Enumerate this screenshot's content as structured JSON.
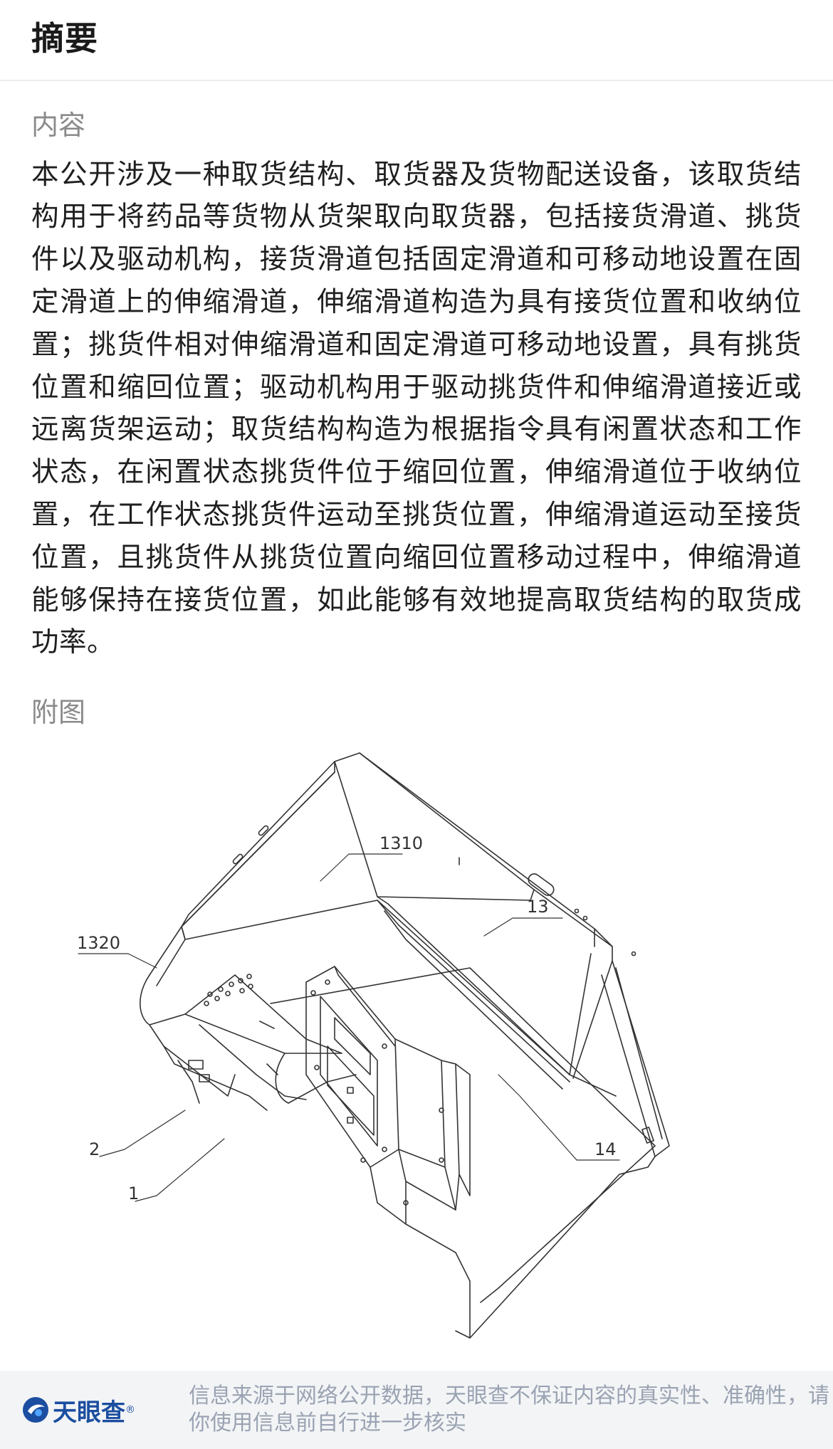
{
  "header": {
    "title": "摘要"
  },
  "content": {
    "label": "内容",
    "text": "本公开涉及一种取货结构、取货器及货物配送设备，该取货结构用于将药品等货物从货架取向取货器，包括接货滑道、挑货件以及驱动机构，接货滑道包括固定滑道和可移动地设置在固定滑道上的伸缩滑道，伸缩滑道构造为具有接货位置和收纳位置；挑货件相对伸缩滑道和固定滑道可移动地设置，具有挑货位置和缩回位置；驱动机构用于驱动挑货件和伸缩滑道接近或远离货架运动；取货结构构造为根据指令具有闲置状态和工作状态，在闲置状态挑货件位于缩回位置，伸缩滑道位于收纳位置，在工作状态挑货件运动至挑货位置，伸缩滑道运动至接货位置，且挑货件从挑货位置向缩回位置移动过程中，伸缩滑道能够保持在接货位置，如此能够有效地提高取货结构的取货成功率。"
  },
  "figure": {
    "label": "附图",
    "callouts": [
      "1310",
      "13",
      "1320",
      "2",
      "1",
      "14"
    ]
  },
  "footer": {
    "brand": "天眼查",
    "registered": "®",
    "disclaimer": "信息来源于网络公开数据，天眼查不保证内容的真实性、准确性，请你使用信息前自行进一步核实",
    "brand_color": "#1b4ea0"
  }
}
